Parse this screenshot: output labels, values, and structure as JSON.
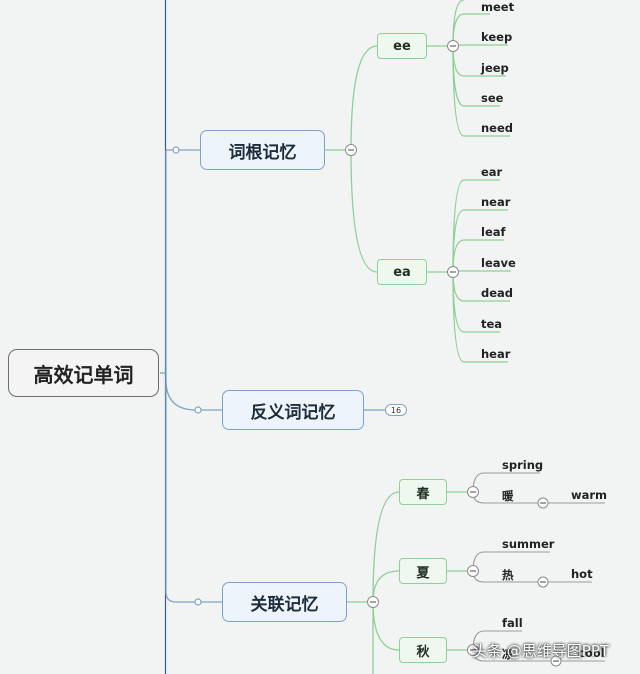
{
  "root": {
    "label": "高效记单词"
  },
  "branches": {
    "cigen": {
      "label": "词根记忆",
      "groups": {
        "ee": {
          "label": "ee",
          "words": [
            "meet",
            "keep",
            "jeep",
            "see",
            "need"
          ]
        },
        "ea": {
          "label": "ea",
          "words": [
            "ear",
            "near",
            "leaf",
            "leave",
            "dead",
            "tea",
            "hear"
          ]
        }
      }
    },
    "fanyi": {
      "label": "反义词记忆",
      "collapsed_count": "16"
    },
    "guanlian": {
      "label": "关联记忆",
      "seasons": {
        "spring": {
          "label": "春",
          "word": "spring",
          "relation": "暖",
          "relation_word": "warm"
        },
        "summer": {
          "label": "夏",
          "word": "summer",
          "relation": "热",
          "relation_word": "hot"
        },
        "autumn": {
          "label": "秋",
          "word": "fall",
          "relation": "凉",
          "relation_word": "cool"
        }
      }
    }
  },
  "watermark": "头条 @思维导图PPT",
  "colors": {
    "main_border": "#7ea3c8",
    "sub_border": "#8fcf95",
    "line_blue": "#7ea3c8",
    "line_green": "#8fcf95"
  }
}
